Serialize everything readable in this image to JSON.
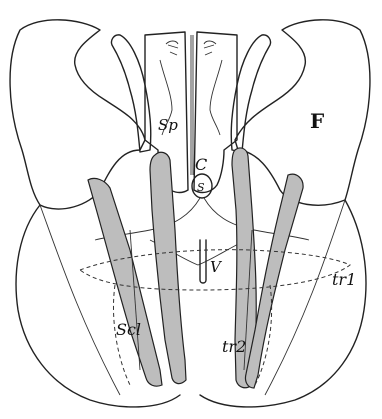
{
  "labels": {
    "F": "F",
    "Sp": "Sp",
    "C": "C",
    "S": "S",
    "V": "V",
    "tr1": "tr1",
    "Scl": "Scl",
    "tr2": "tr2"
  },
  "colors": {
    "ink": "#222222",
    "shade": "#bdbdbd",
    "paper": "#ffffff"
  }
}
